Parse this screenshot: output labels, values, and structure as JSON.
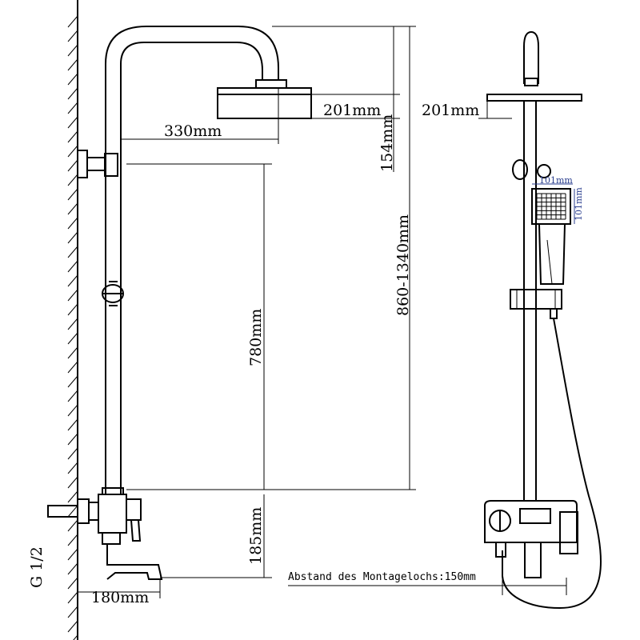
{
  "dimensions": {
    "head_diameter_side": "201mm",
    "head_diameter_front": "201mm",
    "arm_reach": "330mm",
    "head_height": "154mm",
    "total_height": "860-1340mm",
    "rail_length": "780mm",
    "mixer_height": "185mm",
    "spout_length": "180mm",
    "thread_size": "G 1/2",
    "hand_shower_width": "101mm",
    "hand_shower_height": "101mm"
  },
  "notes": {
    "mounting_distance": "Abstand des Montagelochs:150mm"
  }
}
